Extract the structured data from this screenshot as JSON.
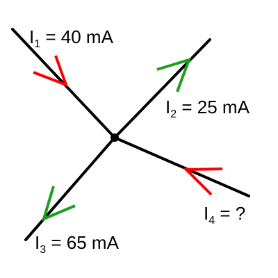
{
  "colors": {
    "wire": "#000000",
    "incoming_arrow": "#ff0000",
    "outgoing_arrow": "#1e9e1e",
    "junction": "#000000"
  },
  "labels": {
    "i1": {
      "symbol": "I",
      "subscript": "1",
      "value": " = 40 mA"
    },
    "i2": {
      "symbol": "I",
      "subscript": "2",
      "value": " = 25 mA"
    },
    "i3": {
      "symbol": "I",
      "subscript": "3",
      "value": " = 65 mA"
    },
    "i4": {
      "symbol": "I",
      "subscript": "4",
      "value": " = ?"
    }
  }
}
